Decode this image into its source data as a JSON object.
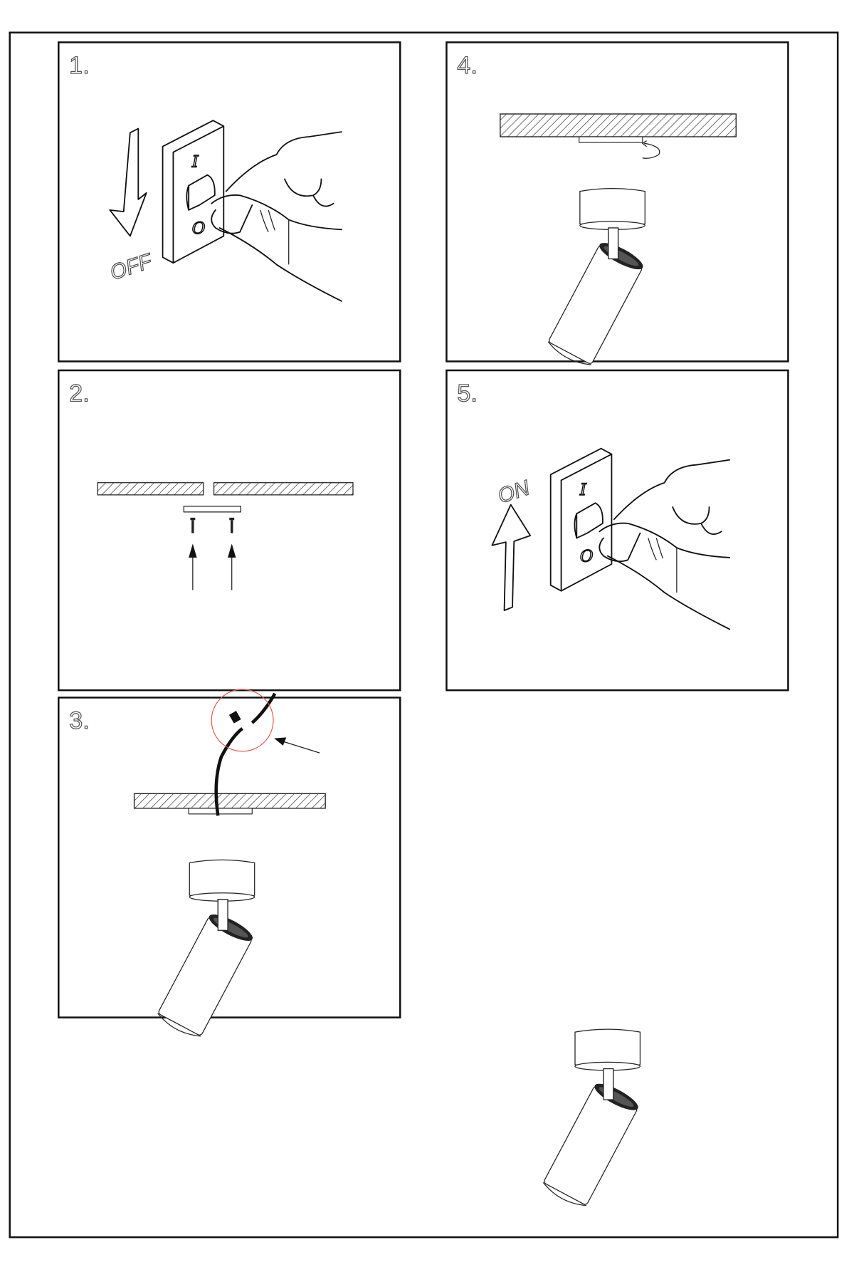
{
  "panels": [
    {
      "step": "1.",
      "switch_on_label": "I",
      "switch_off_label": "O",
      "direction_label": "OFF"
    },
    {
      "step": "2."
    },
    {
      "step": "3."
    },
    {
      "step": "4."
    },
    {
      "step": "5.",
      "switch_on_label": "I",
      "switch_off_label": "O",
      "direction_label": "ON"
    }
  ],
  "colors": {
    "line": "#111111",
    "label_outline": "#555555",
    "highlight_circle": "#d9534f"
  }
}
